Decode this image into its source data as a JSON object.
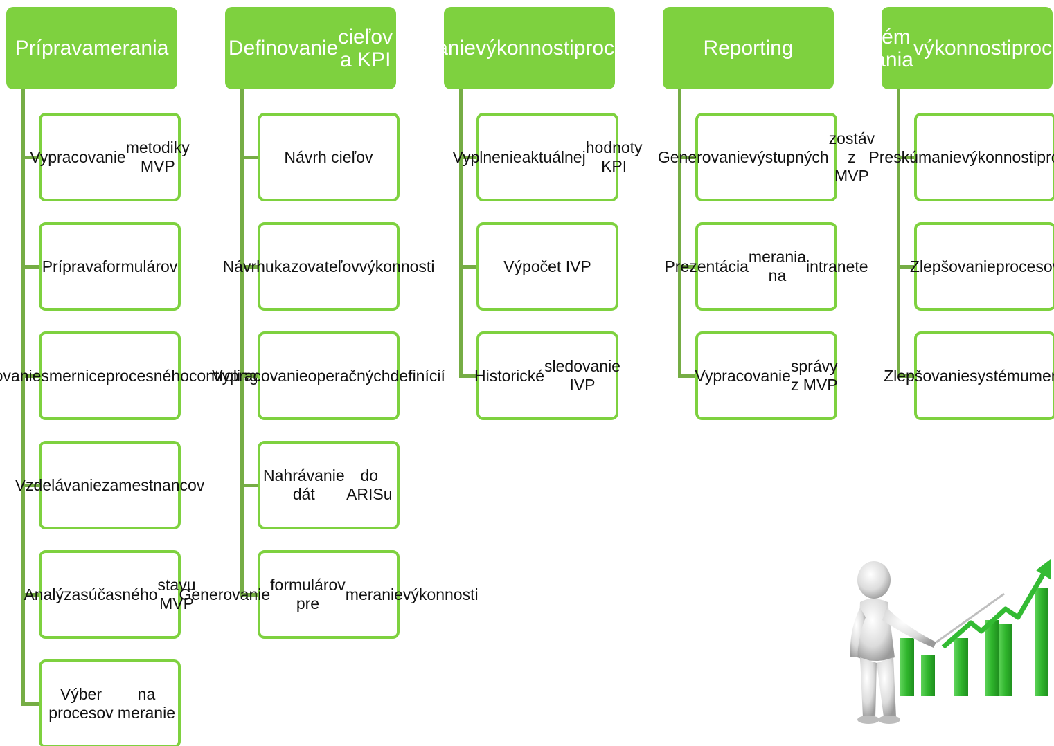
{
  "diagram": {
    "columns": [
      {
        "title": "Príprava\nmerania",
        "items": [
          "Vypracovanie\nmetodiky MVP",
          "Príprava\nformulárov",
          "Spracovanie\nsmernice\nprocesného\ncontrolingu",
          "Vzdelávanie\nzamestnancov",
          "Analýza\nsúčasného\nstavu MVP",
          "Výber procesov\nna meranie"
        ]
      },
      {
        "title": "Definovanie\ncieľov a KPI",
        "items": [
          "Návrh cieľov",
          "Návrh\nukazovateľov\nvýkonnosti",
          "Vypracovanie\noperačných\ndefinícií",
          "Nahrávanie dát\ndo ARISu",
          "Generovanie\nformulárov pre\nmeranie\nvýkonnosti"
        ]
      },
      {
        "title": "Meranie\nvýkonnosti\nprocesov",
        "items": [
          "Vyplnenie\naktuálnej\nhodnoty KPI",
          "Výpočet IVP",
          "Historické\nsledovanie IVP"
        ]
      },
      {
        "title": "Reporting",
        "items": [
          "Generovanie\nvýstupných\nzostáv z MVP",
          "Prezentácia\nmerania na\nintranete",
          "Vypracovanie\nsprávy z MVP"
        ]
      },
      {
        "title": "Systém merania\nvýkonnosti\nprocesov",
        "items": [
          "Preskúmanie\nvýkonnosti\nprocesov",
          "Zlepšovanie\nprocesov",
          "Zlepšovanie\nsystému\nmerania"
        ]
      }
    ]
  },
  "colors": {
    "header_fill": "#7ed13f",
    "header_text": "#ffffff",
    "item_border": "#7ed13f",
    "item_text": "#111111",
    "connector": "#76ad45",
    "bars": "#2fb52c",
    "arrow": "#33bb33"
  },
  "illustration": {
    "icon": "presenter-growth-chart-icon",
    "bar_levels": [
      0.42,
      0.3,
      0.42,
      0.55,
      0.52,
      0.78
    ]
  }
}
